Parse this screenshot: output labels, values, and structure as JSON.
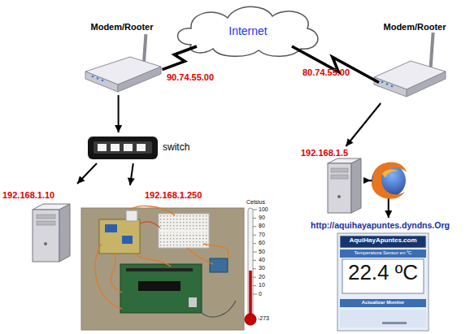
{
  "diagram": {
    "nodes": [
      {
        "text": [
          "Internet"
        ]
      },
      {
        "text": [
          "Modem/Rooter"
        ]
      },
      {
        "text": [
          "Modem/Rooter"
        ]
      },
      {
        "text": [
          "switch"
        ]
      },
      {
        "text": [
          "192.168.1.10"
        ]
      },
      {
        "text": [
          "192.168.1.250"
        ]
      },
      {
        "text": [
          "192.168.1.5"
        ]
      },
      {
        "text": [
          "http://aquihayapuntes.dyndns.Org",
          "AquiHayApuntes.com",
          "Temperatura Sensor en ºC",
          "22.4 ºC",
          "Actualizar Monitor"
        ]
      }
    ],
    "edges": [
      {
        "from": 1,
        "to": 0,
        "arrow": "none",
        "label": "90.74.55.00"
      },
      {
        "from": 0,
        "to": 2,
        "arrow": "none",
        "label": "80.74.55.00"
      },
      {
        "from": 1,
        "to": 3,
        "arrow": "to"
      },
      {
        "from": 3,
        "to": 4,
        "arrow": "to"
      },
      {
        "from": 3,
        "to": 5,
        "arrow": "to"
      },
      {
        "from": 2,
        "to": 6,
        "arrow": "to"
      },
      {
        "from": 6,
        "to": 7,
        "arrow": "to"
      }
    ],
    "labels": [
      "Celsius",
      "100",
      "90",
      "80",
      "70",
      "60",
      "50",
      "40",
      "30",
      "20",
      "10",
      "0",
      "-273"
    ]
  }
}
